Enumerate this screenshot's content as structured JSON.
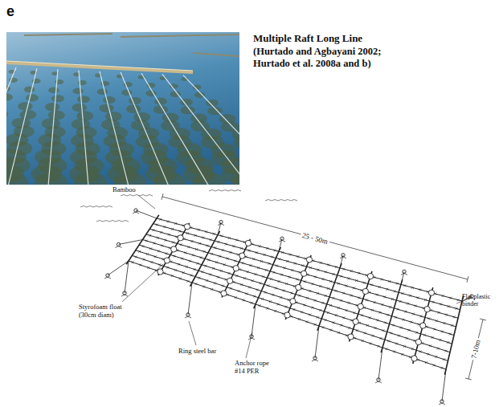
{
  "diagram": {
    "title": "Multiple Raft Long Line",
    "labels": [
      "e",
      "(Hurtado and Agbayani 2002; Hurtado et al. 2008a and b)",
      "Bamboo",
      "Styrofoam float (30cm diam)",
      "Ring steel bar",
      "Anchor rope #14 PER",
      "Flat plastic binder",
      "25 - 50m",
      "7-10m"
    ]
  }
}
